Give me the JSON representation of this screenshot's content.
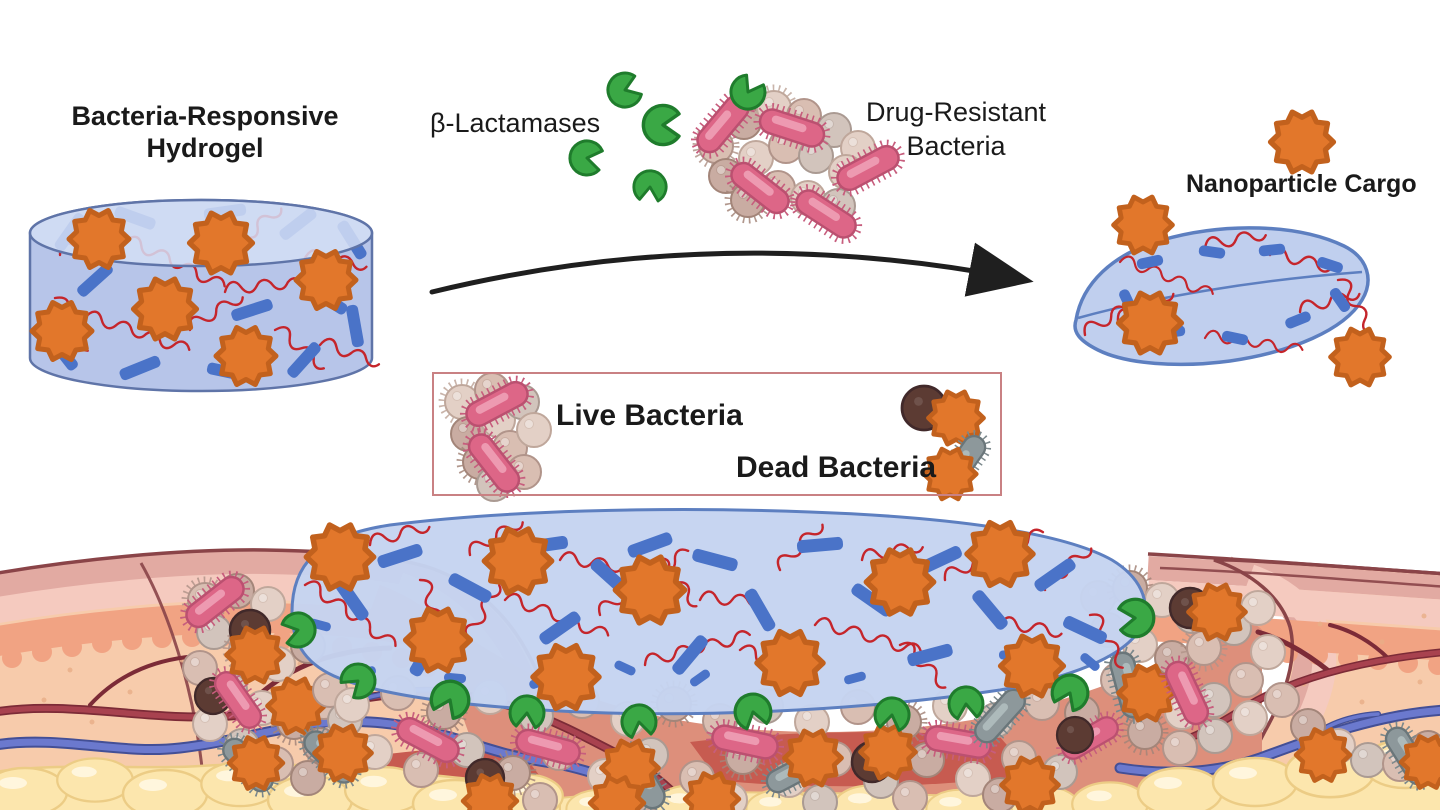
{
  "figure": {
    "title_left": "Bacteria-Responsive Hydrogel",
    "enzyme_label": "β-Lactamases",
    "bacteria_label": "Drug-Resistant Bacteria",
    "cargo_label": "Nanoparticle Cargo",
    "legend": {
      "live_label": "Live Bacteria",
      "dead_label": "Dead Bacteria"
    }
  },
  "icons": {
    "nanoparticle": "orange blunt star particle",
    "enzyme": "green pac-man wedge (beta-lactamase)",
    "live_rod_bacterium": "pink capsule with fimbriae",
    "dead_rod_bacterium": "gray capsule with fimbriae",
    "coccus": "tan sphere cell",
    "dead_coccus": "dark brown sphere cell",
    "hydrogel": "blue gel with blue crosslinks and red polymer chains",
    "tissue": "layered skin cross-section with vessels and fat"
  },
  "colors": {
    "hydrogel_fill": "#c5d4f1",
    "hydrogel_stroke": "#5d7fc0",
    "crosslink_blue": "#4a73c8",
    "polymer_red": "#c5252b",
    "nanoparticle_orange": "#e2772b",
    "nanoparticle_edge": "#c2611d",
    "enzyme_green": "#3aa845",
    "live_bacteria_pink": "#dd6687",
    "dead_bacteria_gray": "#8d989b",
    "dead_cell_brown": "#5c3b33",
    "epidermis_pink": "#e2aaa2",
    "dermis_peach": "#f7cbab",
    "fat_yellow": "#fce6ad",
    "vein_blue": "#6b79ce",
    "artery_red": "#a8424f",
    "arrow_black": "#1f1f1f",
    "legend_border": "#c98183"
  }
}
